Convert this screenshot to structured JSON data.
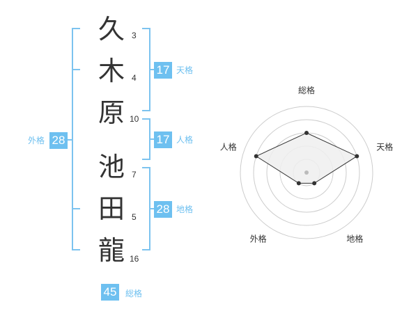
{
  "name": {
    "chars": [
      {
        "char": "久",
        "strokes": "3"
      },
      {
        "char": "木",
        "strokes": "4"
      },
      {
        "char": "原",
        "strokes": "10"
      },
      {
        "char": "池",
        "strokes": "7"
      },
      {
        "char": "田",
        "strokes": "5"
      },
      {
        "char": "龍",
        "strokes": "16"
      }
    ]
  },
  "fortune": {
    "tenkaku": {
      "label": "天格",
      "value": "17"
    },
    "jinkaku": {
      "label": "人格",
      "value": "17"
    },
    "chikaku": {
      "label": "地格",
      "value": "28"
    },
    "gaikaku": {
      "label": "外格",
      "value": "28"
    },
    "soukaku": {
      "label": "総格",
      "value": "45"
    }
  },
  "chart_data": {
    "type": "radar",
    "axes": [
      "総格",
      "天格",
      "地格",
      "外格",
      "人格"
    ],
    "values": [
      3,
      4,
      1,
      1,
      4
    ],
    "rmax": 5,
    "colors": {
      "grid": "#cccccc",
      "fill": "#eeeeee",
      "line": "#333333",
      "point": "#333333",
      "center": "#bbbbbb"
    }
  }
}
